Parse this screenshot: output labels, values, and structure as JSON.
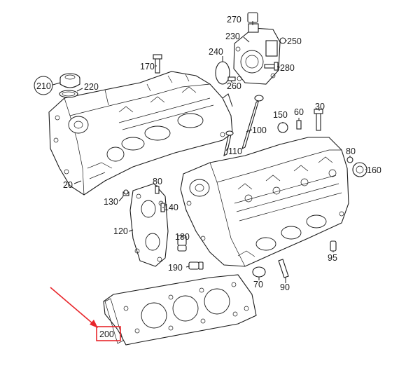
{
  "callouts": {
    "c270": "270",
    "c230": "230",
    "c250": "250",
    "c240": "240",
    "c280": "280",
    "c170": "170",
    "c260": "260",
    "c210": "210",
    "c220": "220",
    "c150": "150",
    "c60": "60",
    "c30": "30",
    "c100": "100",
    "c110": "110",
    "c80a": "80",
    "c160": "160",
    "c20": "20",
    "c80b": "80",
    "c130": "130",
    "c140": "140",
    "c120": "120",
    "c180": "180",
    "c190": "190",
    "c70": "70",
    "c90": "90",
    "c95": "95",
    "c200": "200"
  },
  "colors": {
    "highlight": "#e8262b",
    "ink": "#1a1a1a"
  }
}
